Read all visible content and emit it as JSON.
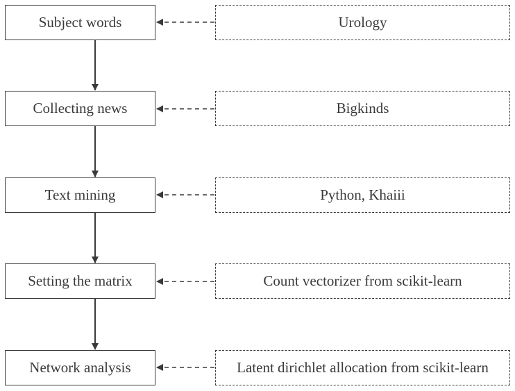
{
  "flowchart": {
    "steps": [
      {
        "label": "Subject words",
        "tool": "Urology"
      },
      {
        "label": "Collecting news",
        "tool": "Bigkinds"
      },
      {
        "label": "Text mining",
        "tool": "Python, Khaiii"
      },
      {
        "label": "Setting the matrix",
        "tool": "Count vectorizer from scikit-learn"
      },
      {
        "label": "Network analysis",
        "tool": "Latent dirichlet allocation from scikit-learn"
      }
    ],
    "colors": {
      "stroke": "#3a3a3a",
      "text": "#3a3a3a",
      "background": "#ffffff"
    }
  }
}
